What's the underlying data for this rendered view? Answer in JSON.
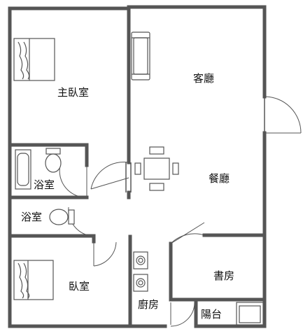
{
  "rooms": {
    "master_bedroom": "主臥室",
    "living_room": "客廳",
    "dining_room": "餐廳",
    "bathroom_1": "浴室",
    "bathroom_2": "浴室",
    "bedroom": "臥室",
    "study": "書房",
    "kitchen": "廚房",
    "balcony": "陽台"
  }
}
